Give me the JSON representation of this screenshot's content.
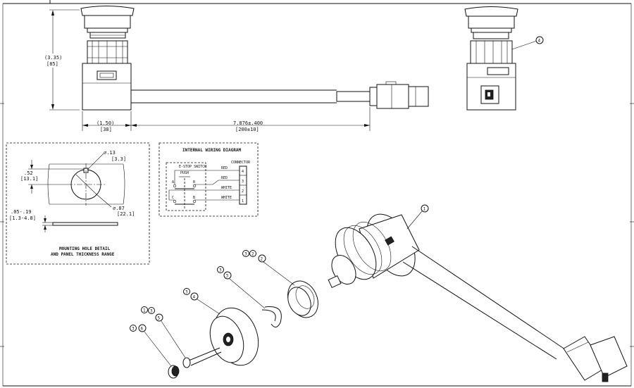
{
  "dimensions": {
    "height_in": "(3.35)",
    "height_mm": "[85]",
    "width_in": "(1.50)",
    "width_mm": "[38]",
    "cable_in": "7.876±.400",
    "cable_mm": "[200±10]",
    "hole_small_in": "⌀.13",
    "hole_small_mm": "[3.3]",
    "hole_offset_in": ".52",
    "hole_offset_mm": "[13.1]",
    "hole_big_in": "⌀.87",
    "hole_big_mm": "[22.1]",
    "panel_in": ".05-.19",
    "panel_mm": "[1.3-4.8]"
  },
  "mounting_detail": {
    "caption_line1": "MOUNTING HOLE DETAIL",
    "caption_line2": "AND PANEL THICKNESS RANGE"
  },
  "wiring": {
    "title": "INTERNAL WIRING DIAGRAM",
    "switch_label": "E-STOP SWITCH",
    "push_label": "PUSH",
    "connector_label": "CONNECTOR",
    "terminals": [
      "A",
      "B",
      "C",
      "B"
    ],
    "wires": [
      "RED",
      "RED",
      "WHITE",
      "WHITE"
    ],
    "pins": [
      "4",
      "3",
      "2",
      "1"
    ]
  },
  "balloons": {
    "main": "1",
    "nut_a": "3",
    "nut_b": "2",
    "nut_c": "2",
    "clip_a": "3",
    "clip_b": "3",
    "cap_a": "3",
    "cap_b": "4",
    "screw_a": "1",
    "screw_b": "3",
    "screw_c": "5",
    "end_a": "3",
    "end_b": "6",
    "side": "4"
  }
}
